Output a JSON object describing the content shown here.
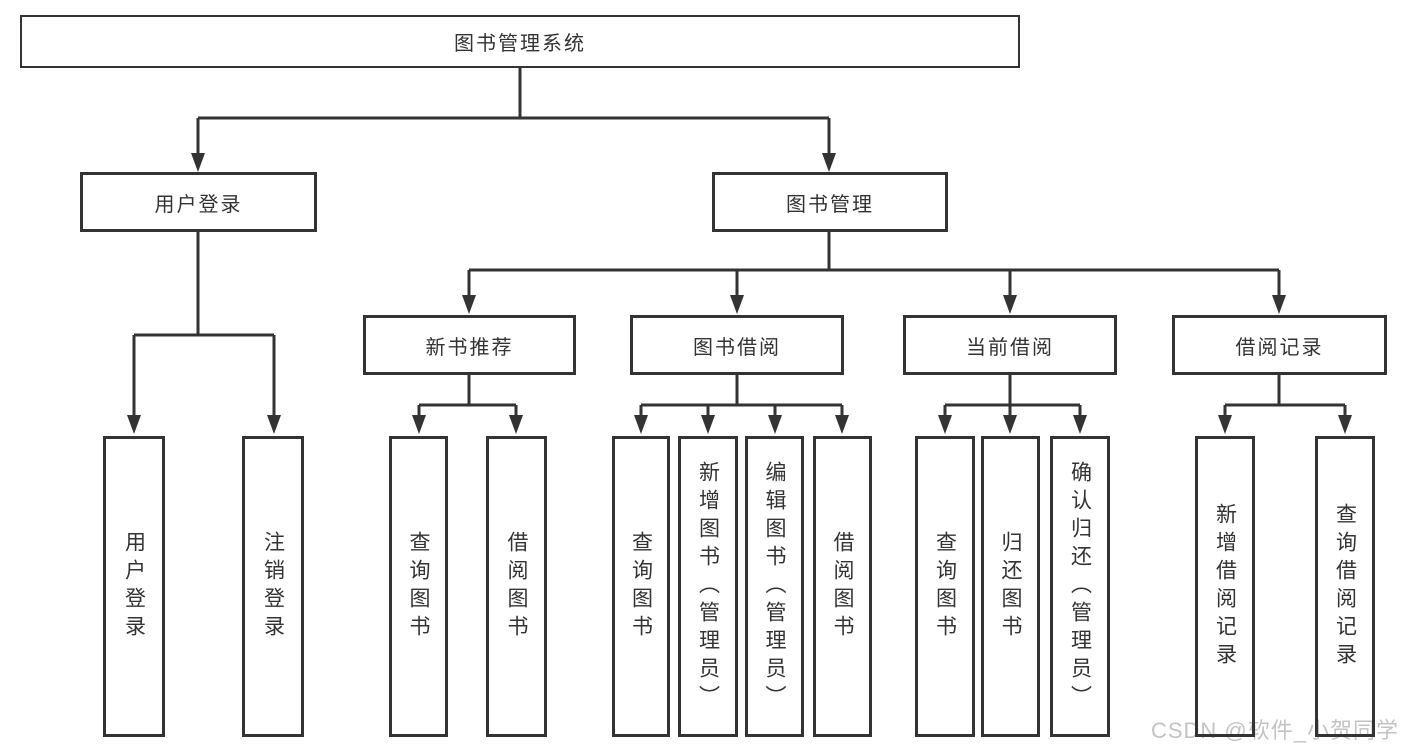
{
  "diagram": {
    "root": {
      "label": "图书管理系统"
    },
    "branches": [
      {
        "label": "用户登录",
        "children": [
          {
            "label": "用户登录"
          },
          {
            "label": "注销登录"
          }
        ]
      },
      {
        "label": "图书管理",
        "children": [
          {
            "label": "新书推荐",
            "children": [
              {
                "label": "查询图书"
              },
              {
                "label": "借阅图书"
              }
            ]
          },
          {
            "label": "图书借阅",
            "children": [
              {
                "label": "查询图书"
              },
              {
                "label": "新增图书（管理员）"
              },
              {
                "label": "编辑图书（管理员）"
              },
              {
                "label": "借阅图书"
              }
            ]
          },
          {
            "label": "当前借阅",
            "children": [
              {
                "label": "查询图书"
              },
              {
                "label": "归还图书"
              },
              {
                "label": "确认归还（管理员）"
              }
            ]
          },
          {
            "label": "借阅记录",
            "children": [
              {
                "label": "新增借阅记录"
              },
              {
                "label": "查询借阅记录"
              }
            ]
          }
        ]
      }
    ]
  },
  "watermark": {
    "text": "CSDN @软件_小贺同学"
  },
  "colors": {
    "line": "#333333",
    "text": "#333333",
    "box_background": "#ffffff",
    "watermark": "#c3c3c3",
    "background": "#ffffff"
  }
}
